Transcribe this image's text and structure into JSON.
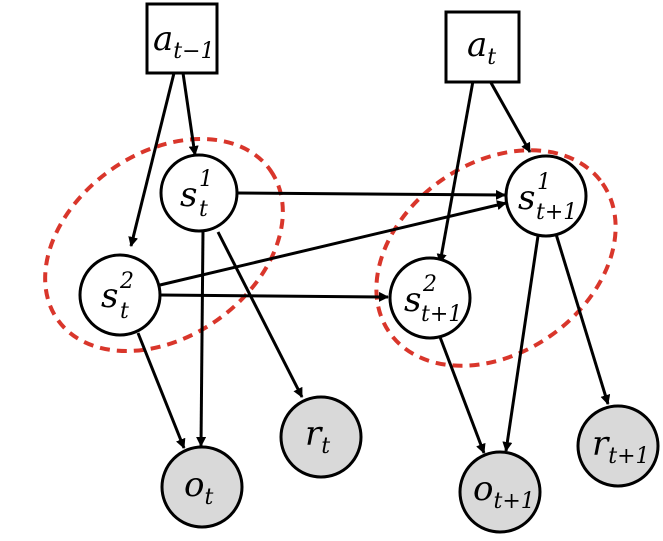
{
  "diagram": {
    "nodes": {
      "a_prev": {
        "base": "a",
        "sub": "t−1",
        "sup": ""
      },
      "a_t": {
        "base": "a",
        "sub": "t",
        "sup": ""
      },
      "s1_t": {
        "base": "s",
        "sub": "t",
        "sup": "1"
      },
      "s2_t": {
        "base": "s",
        "sub": "t",
        "sup": "2"
      },
      "s1_next": {
        "base": "s",
        "sub": "t+1",
        "sup": "1"
      },
      "s2_next": {
        "base": "s",
        "sub": "t+1",
        "sup": "2"
      },
      "o_t": {
        "base": "o",
        "sub": "t",
        "sup": ""
      },
      "r_t": {
        "base": "r",
        "sub": "t",
        "sup": ""
      },
      "o_next": {
        "base": "o",
        "sub": "t+1",
        "sup": ""
      },
      "r_next": {
        "base": "r",
        "sub": "t+1",
        "sup": ""
      }
    },
    "colors": {
      "observed_fill": "#d9d9d9",
      "latent_fill": "#ffffff",
      "group_outline": "#d9362b",
      "edge": "#000000"
    }
  }
}
